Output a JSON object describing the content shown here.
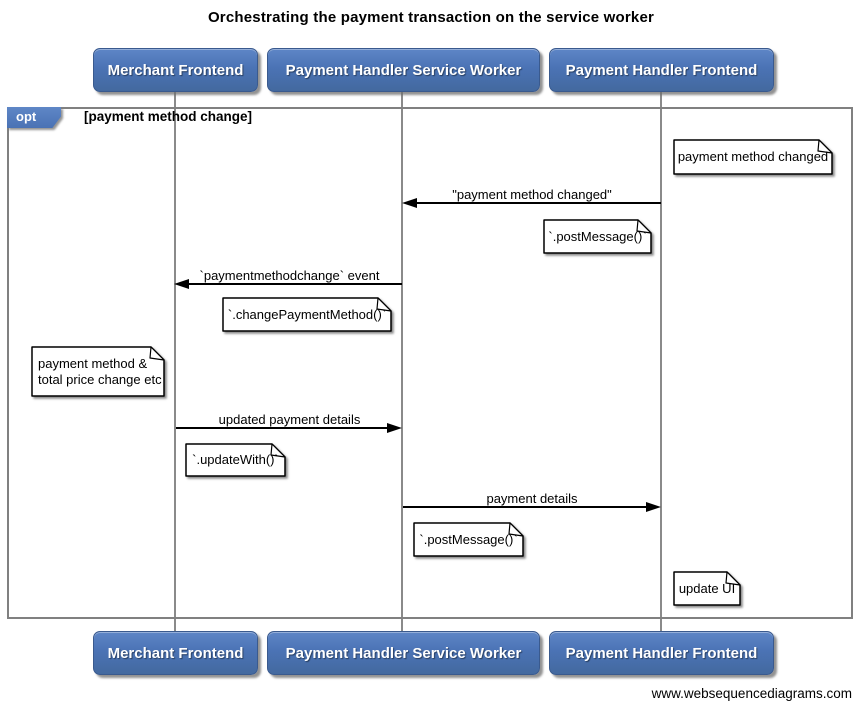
{
  "diagram": {
    "title": "Orchestrating the payment transaction on the service worker",
    "watermark": "www.websequencediagrams.com"
  },
  "actors": {
    "merchant_frontend": "Merchant Frontend",
    "payment_handler_service_worker": "Payment Handler Service Worker",
    "payment_handler_frontend": "Payment Handler Frontend"
  },
  "opt_frame": {
    "label": "opt",
    "condition": "[payment method change]"
  },
  "messages": {
    "payment_method_changed": "\"payment method changed\"",
    "paymentmethodchange_event": "`paymentmethodchange` event",
    "updated_payment_details": "updated payment details",
    "payment_details": "payment details"
  },
  "notes": {
    "payment_method_changed_note": "payment method changed",
    "post_message_note_1": "`.postMessage()`",
    "change_payment_method_note": "`.changePaymentMethod()`",
    "merchant_note_line1": "payment method &",
    "merchant_note_line2": "total price change etc",
    "update_with_note": "`.updateWith()`",
    "post_message_note_2": "`.postMessage()`",
    "update_ui_note": "update UI"
  },
  "colors": {
    "actor_fill": "#4b73b5",
    "actor_border": "#3a5a8e",
    "frame_border": "#808080",
    "lifeline": "#8a8a8a",
    "note_fill": "#ffffff",
    "message_line": "#000000",
    "background": "#ffffff"
  }
}
